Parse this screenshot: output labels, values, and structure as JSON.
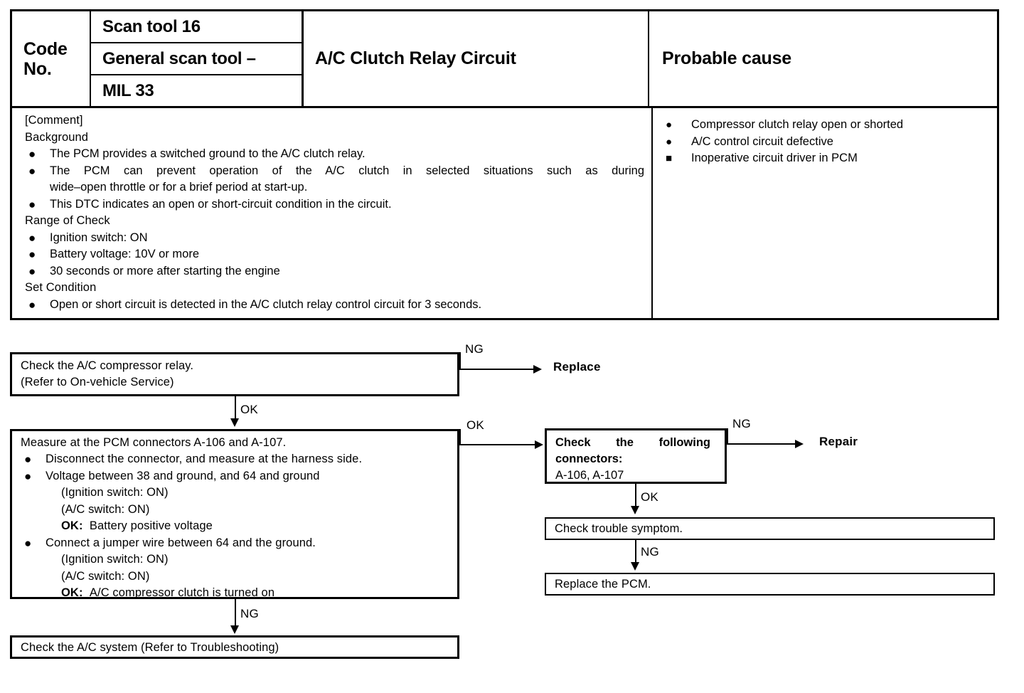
{
  "table": {
    "code_no_label": "Code\nNo.",
    "code_no_line1": "Code",
    "code_no_line2": "No.",
    "tool_rows": [
      {
        "label": "Scan tool 16"
      },
      {
        "label": "General scan tool –"
      },
      {
        "label": "MIL 33"
      }
    ],
    "circuit_title": "A/C Clutch Relay Circuit",
    "probable_cause_title": "Probable cause",
    "comment": {
      "heading": "[Comment]",
      "background_heading": "Background",
      "background_items": [
        {
          "text": "The PCM provides a switched ground to the A/C clutch relay."
        },
        {
          "text": "The PCM can prevent operation of the A/C clutch in selected situations such as during",
          "sub": "wide–open throttle or for a brief period at start-up."
        },
        {
          "text": "This DTC indicates an open or short-circuit condition in the circuit."
        }
      ],
      "range_heading": "Range of Check",
      "range_items": [
        {
          "text": "Ignition switch: ON"
        },
        {
          "text": "Battery voltage: 10V or more"
        },
        {
          "text": "30 seconds or more after starting the engine"
        }
      ],
      "set_condition_heading": "Set Condition",
      "set_condition_items": [
        {
          "text": "Open or short circuit is detected in the A/C clutch relay control circuit for 3 seconds."
        }
      ]
    },
    "causes": [
      {
        "text": "Compressor clutch relay open or shorted"
      },
      {
        "text": "A/C control circuit defective"
      },
      {
        "text": "Inoperative circuit driver in PCM"
      }
    ]
  },
  "flow": {
    "box1": {
      "line1": "Check the A/C compressor relay.",
      "line2": "(Refer to On-vehicle Service)"
    },
    "box1_ng_label": "NG",
    "box1_ng_result": "Replace",
    "box1_ok_label": "OK",
    "box2": {
      "line1": "Measure at the PCM connectors A-106 and A-107.",
      "bullets": [
        {
          "text": "Disconnect the connector, and measure at the harness side."
        },
        {
          "text": "Voltage between 38 and ground, and 64 and ground",
          "subs": [
            "(Ignition switch: ON)",
            "(A/C switch: ON)"
          ],
          "ok_label": "OK:",
          "ok_text": "Battery positive voltage"
        },
        {
          "text": "Connect a jumper wire between 64 and the ground.",
          "subs": [
            "(Ignition switch: ON)",
            "(A/C switch: ON)"
          ],
          "ok_label": "OK:",
          "ok_text": "A/C compressor clutch is turned on"
        }
      ]
    },
    "box2_ok_label": "OK",
    "box2_ng_label": "NG",
    "box3": {
      "bold_line1_words": [
        "Check",
        "the",
        "following"
      ],
      "bold_line2": "connectors:",
      "line3": "A-106, A-107"
    },
    "box3_ng_label": "NG",
    "box3_ng_result": "Repair",
    "box3_ok_label": "OK",
    "box4": {
      "text": "Check trouble symptom."
    },
    "box4_ng_label": "NG",
    "box5": {
      "text": "Replace the PCM."
    },
    "box6": {
      "text": "Check the A/C system (Refer to Troubleshooting)"
    }
  }
}
